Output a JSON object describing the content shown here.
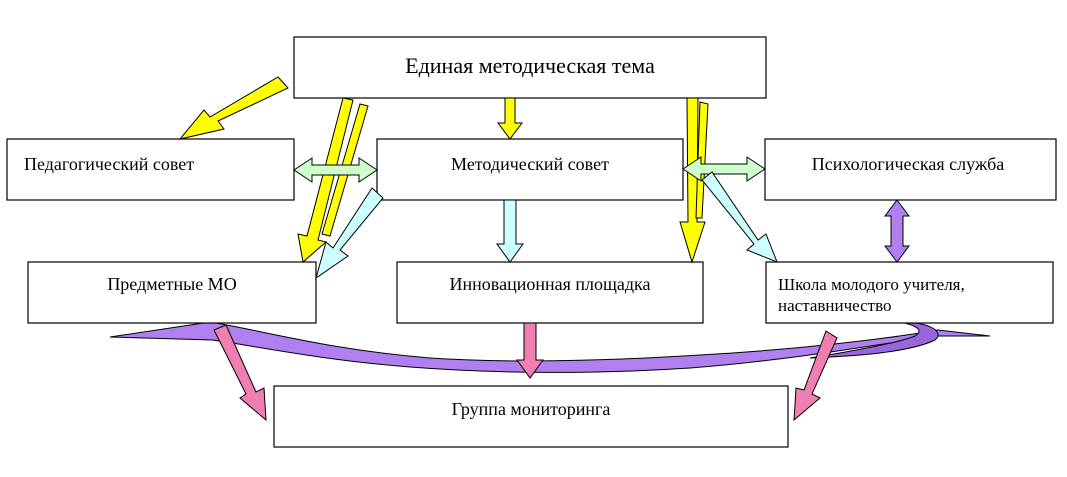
{
  "boxes": {
    "main_theme": "Единая методическая тема",
    "ped_council": "Педагогический совет",
    "method_council": "Методический совет",
    "psych_service": "Психологическая служба",
    "subject_mo": "Предметные МО",
    "innovation": "Инновационная площадка",
    "young_teacher_line1": "Школа молодого учителя,",
    "young_teacher_line2": "наставничество",
    "monitoring": "Группа мониторинга"
  },
  "colors": {
    "yellow": "#ffff00",
    "light_green": "#ccffcc",
    "light_cyan": "#ccffff",
    "purple": "#b07ff0",
    "dark_purple": "#9966dd",
    "pink": "#ee7fb0",
    "stroke": "#000000"
  }
}
